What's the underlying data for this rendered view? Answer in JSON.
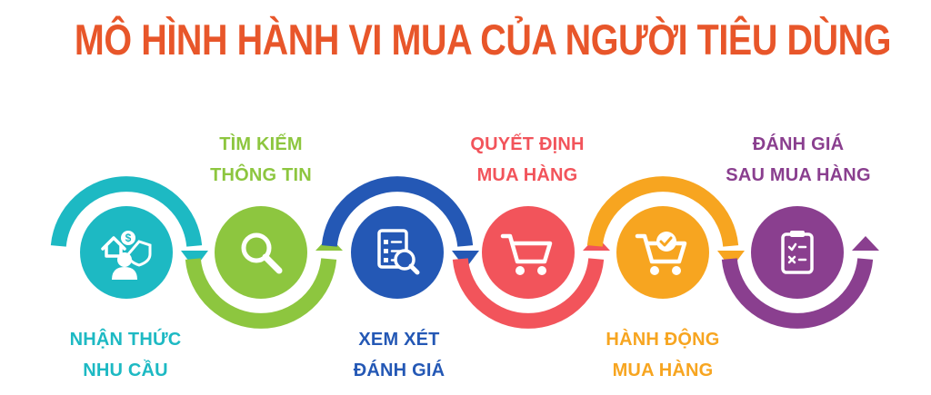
{
  "title": "MÔ HÌNH HÀNH VI MUA CỦA NGƯỜI TIÊU DÙNG",
  "title_color": "#E8562A",
  "steps": [
    {
      "line1": "NHẬN THỨC",
      "line2": "NHU CẦU",
      "color": "#1DB9C3",
      "icon": "needs-icon"
    },
    {
      "line1": "TÌM KIẾM",
      "line2": "THÔNG TIN",
      "color": "#8DC63F",
      "icon": "search-icon"
    },
    {
      "line1": "XEM XÉT",
      "line2": "ĐÁNH GIÁ",
      "color": "#2458B5",
      "icon": "checklist-search-icon"
    },
    {
      "line1": "QUYẾT ĐỊNH",
      "line2": "MUA HÀNG",
      "color": "#F2545B",
      "icon": "cart-icon"
    },
    {
      "line1": "HÀNH ĐỘNG",
      "line2": "MUA HÀNG",
      "color": "#F7A520",
      "icon": "cart-check-icon"
    },
    {
      "line1": "ĐÁNH GIÁ",
      "line2": "SAU MUA HÀNG",
      "color": "#8A3F8F",
      "icon": "clipboard-icon"
    }
  ]
}
